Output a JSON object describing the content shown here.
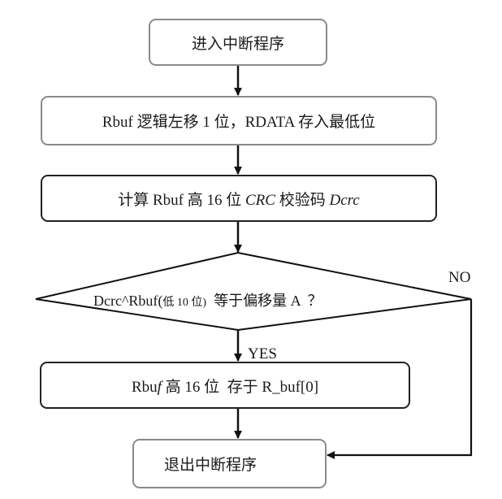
{
  "diagram": {
    "type": "flowchart",
    "nodes": {
      "start": {
        "text": "进入中断程序"
      },
      "shift": {
        "text": "Rbuf 逻辑左移 1 位，RDATA 存入最低位"
      },
      "crc": {
        "prefix": "计算 Rbuf 高 16 位 ",
        "crc_italic": "CRC",
        "middle": " 校验码 ",
        "dcrc_italic": "Dcrc"
      },
      "decision": {
        "part1": "Dcrc^Rbuf(",
        "part2_small": "低 10 位)",
        "part3": "  等于偏移量 A  ？"
      },
      "store": {
        "prefix": "Rbu",
        "f_italic": "f",
        "suffix": " 高 16 位  存于 R_buf[0]"
      },
      "end": {
        "text": "退出中断程序"
      }
    },
    "edge_labels": {
      "yes": "YES",
      "no": "NO"
    },
    "edges": [
      {
        "from": "start",
        "to": "shift"
      },
      {
        "from": "shift",
        "to": "crc"
      },
      {
        "from": "crc",
        "to": "decision"
      },
      {
        "from": "decision",
        "to": "store",
        "label": "YES"
      },
      {
        "from": "store",
        "to": "end"
      },
      {
        "from": "decision",
        "to": "end",
        "label": "NO"
      }
    ]
  }
}
